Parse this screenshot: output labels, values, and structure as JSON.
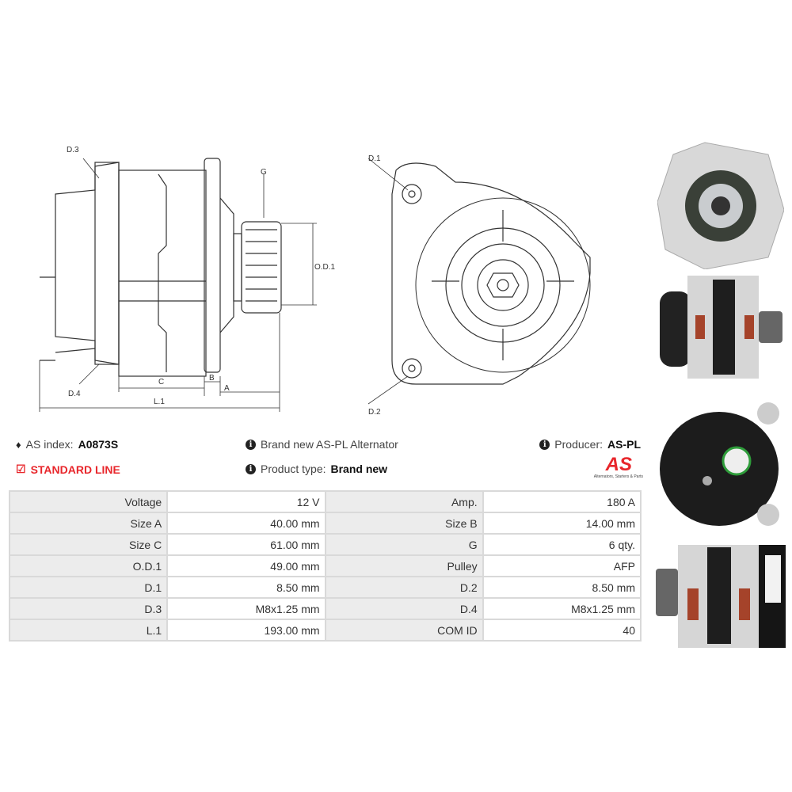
{
  "diagram_side": {
    "labels": {
      "d3": "D.3",
      "d4": "D.4",
      "g": "G",
      "od1": "O.D.1",
      "c": "C",
      "b": "B",
      "a": "A",
      "l1": "L.1"
    }
  },
  "diagram_front": {
    "labels": {
      "d1": "D.1",
      "d2": "D.2"
    }
  },
  "info": {
    "as_index_label": "AS index:",
    "as_index_value": "A0873S",
    "line_label": "STANDARD LINE",
    "description": "Brand new AS-PL Alternator",
    "product_type_label": "Product type:",
    "product_type_value": "Brand new",
    "producer_label": "Producer:",
    "producer_value": "AS-PL",
    "logo_text": "AS",
    "logo_tagline": "Alternators, Starters & Parts"
  },
  "specs": [
    {
      "l1": "Voltage",
      "v1": "12 V",
      "l2": "Amp.",
      "v2": "180 A"
    },
    {
      "l1": "Size A",
      "v1": "40.00 mm",
      "l2": "Size B",
      "v2": "14.00 mm"
    },
    {
      "l1": "Size C",
      "v1": "61.00 mm",
      "l2": "G",
      "v2": "6 qty."
    },
    {
      "l1": "O.D.1",
      "v1": "49.00 mm",
      "l2": "Pulley",
      "v2": "AFP"
    },
    {
      "l1": "D.1",
      "v1": "8.50 mm",
      "l2": "D.2",
      "v2": "8.50 mm"
    },
    {
      "l1": "D.3",
      "v1": "M8x1.25 mm",
      "l2": "D.4",
      "v2": "M8x1.25 mm"
    },
    {
      "l1": "L.1",
      "v1": "193.00 mm",
      "l2": "COM ID",
      "v2": "40"
    }
  ],
  "colors": {
    "accent": "#e8262b",
    "label_bg": "#ececec",
    "border": "#d9d9d9"
  }
}
